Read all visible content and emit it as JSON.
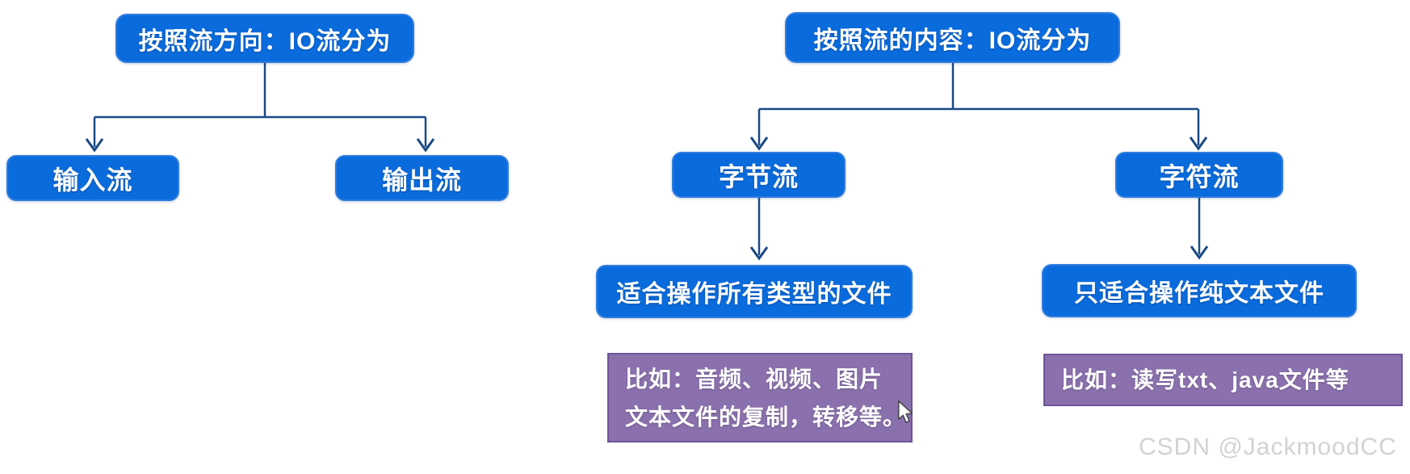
{
  "colors": {
    "node_fill": "#0a6bdd",
    "node_border": "#2f7de0",
    "connector": "#1a4a85",
    "note_fill": "#8a70ac",
    "note_border": "#6f5499",
    "text": "#ffffff",
    "watermark": "#d2d2d6",
    "background": "#ffffff"
  },
  "left_tree": {
    "root_label": "按照流方向：IO流分为",
    "children": [
      {
        "label": "输入流"
      },
      {
        "label": "输出流"
      }
    ]
  },
  "right_tree": {
    "root_label": "按照流的内容：IO流分为",
    "children": [
      {
        "label": "字节流",
        "detail": "适合操作所有类型的文件",
        "note_lines": [
          "比如：音频、视频、图片",
          "文本文件的复制，转移等。"
        ]
      },
      {
        "label": "字符流",
        "detail": "只适合操作纯文本文件",
        "note_lines": [
          "比如：读写txt、java文件等"
        ]
      }
    ]
  },
  "watermark": "CSDN @JackmoodCC"
}
